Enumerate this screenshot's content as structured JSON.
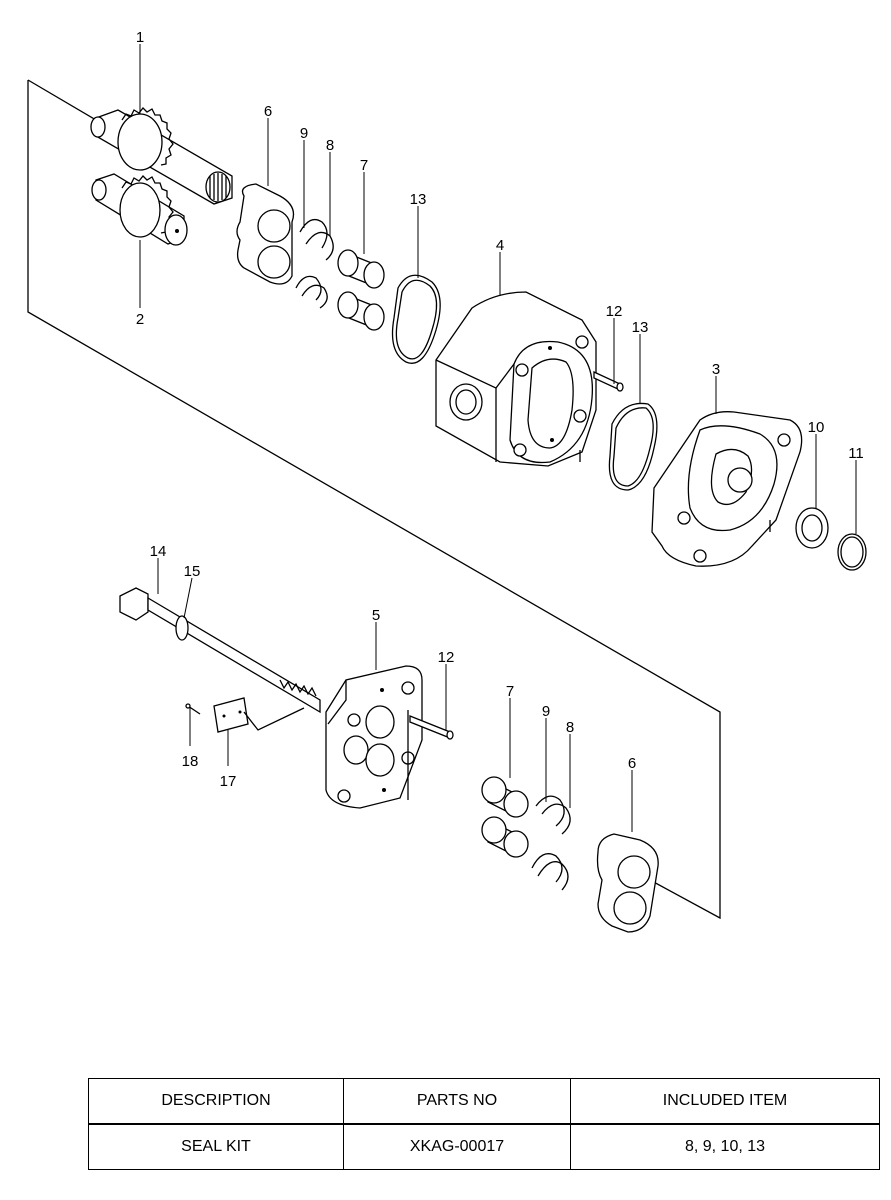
{
  "diagram": {
    "labels": [
      "1",
      "2",
      "6",
      "9",
      "8",
      "7",
      "13",
      "4",
      "12",
      "13",
      "3",
      "10",
      "11",
      "14",
      "15",
      "5",
      "12",
      "18",
      "17",
      "7",
      "9",
      "8",
      "6"
    ]
  },
  "table": {
    "headers": [
      "DESCRIPTION",
      "PARTS NO",
      "INCLUDED ITEM"
    ],
    "rows": [
      [
        "SEAL KIT",
        "XKAG-00017",
        "8, 9, 10, 13"
      ]
    ]
  }
}
